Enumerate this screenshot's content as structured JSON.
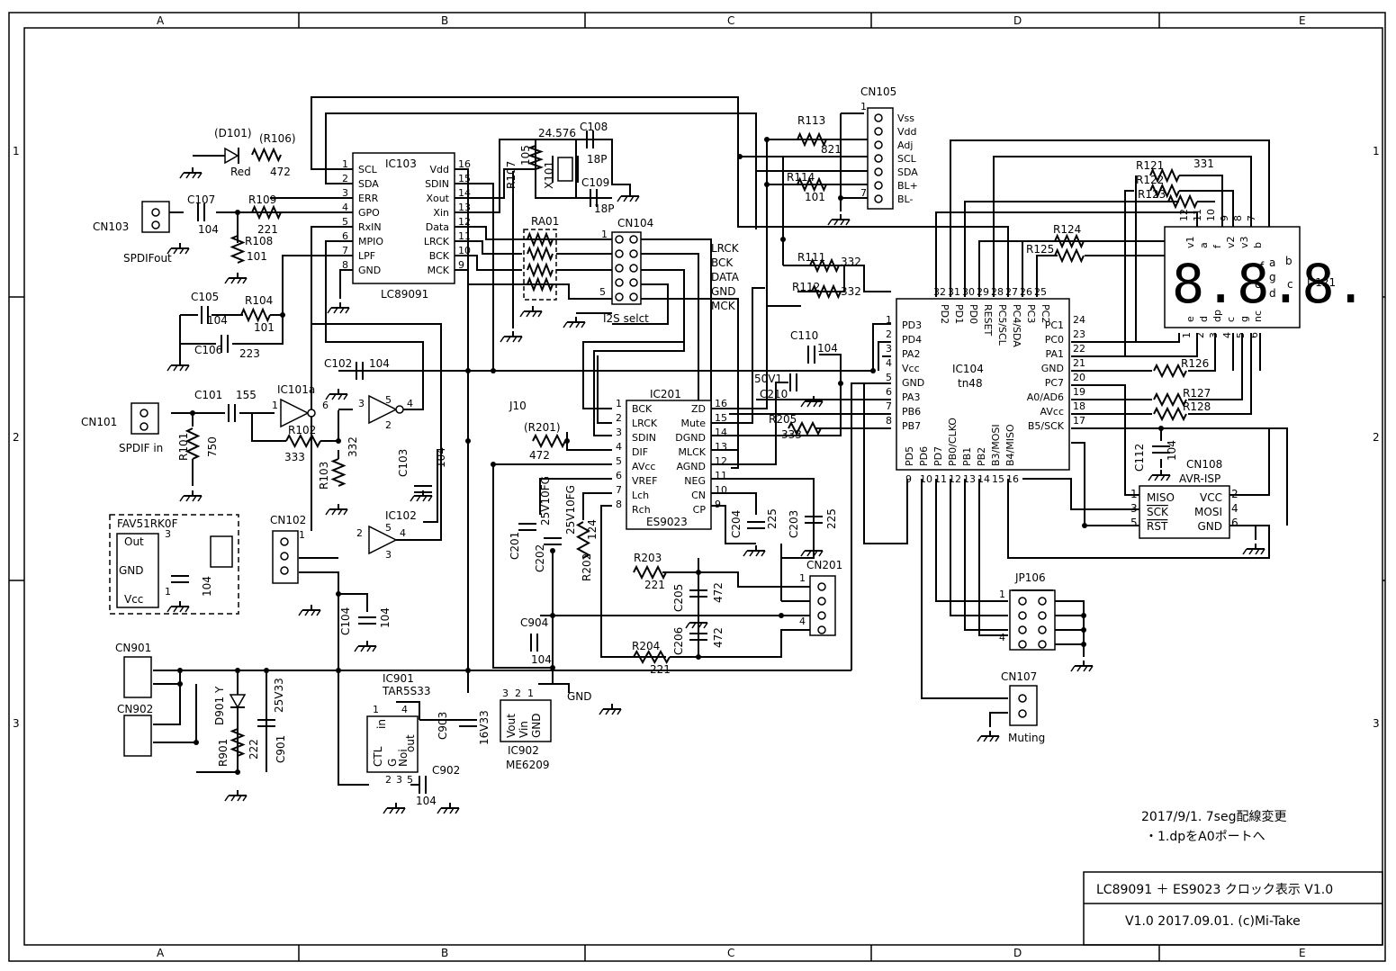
{
  "frame": {
    "cols": [
      "A",
      "B",
      "C",
      "D",
      "E"
    ],
    "rows": [
      "1",
      "2",
      "3"
    ]
  },
  "ic103": {
    "ref": "IC103",
    "part": "LC89091",
    "left": [
      "SCL",
      "SDA",
      "ERR",
      "GPO",
      "RxIN",
      "MPIO",
      "LPF",
      "GND"
    ],
    "right": [
      "Vdd",
      "SDIN",
      "Xout",
      "Xin",
      "Data",
      "LRCK",
      "BCK",
      "MCK"
    ],
    "lnums": [
      "1",
      "2",
      "3",
      "4",
      "5",
      "6",
      "7",
      "8"
    ],
    "rnums": [
      "16",
      "15",
      "14",
      "13",
      "12",
      "11",
      "10",
      "9"
    ]
  },
  "ic201": {
    "ref": "IC201",
    "part": "ES9023",
    "left": [
      "BCK",
      "LRCK",
      "SDIN",
      "DIF",
      "AVcc",
      "VREF",
      "Lch",
      "Rch"
    ],
    "right": [
      "ZD",
      "Mute",
      "DGND",
      "MLCK",
      "AGND",
      "NEG",
      "CN",
      "CP"
    ],
    "lnums": [
      "1",
      "2",
      "3",
      "4",
      "5",
      "6",
      "7",
      "8"
    ],
    "rnums": [
      "16",
      "15",
      "14",
      "13",
      "12",
      "11",
      "10",
      "9"
    ]
  },
  "ic104": {
    "ref": "IC104",
    "part": "tn48",
    "left": [
      "PD3",
      "PD4",
      "PA2",
      "Vcc",
      "GND",
      "PA3",
      "PB6",
      "PB7"
    ],
    "lnums": [
      "1",
      "2",
      "3",
      "4",
      "5",
      "6",
      "7",
      "8"
    ],
    "right": [
      "PC1",
      "PC0",
      "PA1",
      "GND",
      "PC7",
      "A0/AD6",
      "AVcc",
      "B5/SCK"
    ],
    "rnums": [
      "24",
      "23",
      "22",
      "21",
      "20",
      "19",
      "18",
      "17"
    ],
    "top": [
      "PD2",
      "PD1",
      "PD0",
      "RESET",
      "PC5/SCL",
      "PC4/SDA",
      "PC3",
      "PC2"
    ],
    "tnums": [
      "32",
      "31",
      "30",
      "29",
      "28",
      "27",
      "26",
      "25"
    ],
    "bottom": [
      "PD5",
      "PD6",
      "PD7",
      "PB0/CLKO",
      "PB1",
      "PB2",
      "B3/MOSI",
      "B4/MISO"
    ],
    "bnums": [
      "9",
      "10",
      "11",
      "12",
      "13",
      "14",
      "15",
      "16"
    ]
  },
  "cn105": {
    "ref": "CN105",
    "pins": [
      "Vss",
      "Vdd",
      "Adj",
      "SCL",
      "SDA",
      "BL+",
      "BL-"
    ],
    "first": "1",
    "last": "7"
  },
  "cn104": {
    "ref": "CN104",
    "label": "I2S selct",
    "signals": [
      "LRCK",
      "BCK",
      "DATA",
      "GND",
      "MCK"
    ],
    "p1": "1",
    "p5": "5"
  },
  "cn108": {
    "ref": "CN108",
    "part": "AVR-ISP",
    "left": [
      "MISO",
      "SCK",
      "RST"
    ],
    "right": [
      "VCC",
      "MOSI",
      "GND"
    ],
    "lnums": [
      "1",
      "3",
      "5"
    ],
    "rnums": [
      "2",
      "4",
      "6"
    ]
  },
  "d121": {
    "ref": "D121",
    "top": [
      "v1",
      "a",
      "f",
      "v2",
      "v3",
      "b"
    ],
    "tnums": [
      "12",
      "11",
      "10",
      "9",
      "8",
      "7"
    ],
    "bottom": [
      "e",
      "d",
      "dp",
      "c",
      "g",
      "nc"
    ],
    "bnums": [
      "1",
      "2",
      "3",
      "4",
      "5",
      "6"
    ],
    "digits": "8.8.8.",
    "seg": [
      "a",
      "b",
      "c",
      "d",
      "e",
      "f",
      "g"
    ]
  },
  "ic101a": {
    "ref": "IC101a",
    "in": "1",
    "out": "6",
    "b_in": "3",
    "b_out": "4",
    "p2": "2",
    "p5": "5"
  },
  "ic102": {
    "ref": "IC102",
    "in": "2",
    "out": "4",
    "vcc": "5",
    "gnd": "3",
    "pin1": "1"
  },
  "ic901": {
    "ref": "IC901",
    "part": "TAR5S33",
    "pins": [
      "CTL",
      "in",
      "G",
      "Noi",
      "out"
    ],
    "nums": [
      "1",
      "2",
      "3",
      "4",
      "5"
    ]
  },
  "ic902": {
    "ref": "IC902",
    "part": "ME6209",
    "pins": [
      "Vout",
      "Vin",
      "GND"
    ],
    "nums": [
      "3",
      "2",
      "1"
    ]
  },
  "fav": {
    "ref": "FAV51RK0F",
    "out": "Out",
    "gnd": "GND",
    "vcc": "Vcc",
    "n3": "3",
    "n1": "1",
    "cap": "104"
  },
  "connectors": {
    "cn103": "CN103",
    "cn103_lbl": "SPDIFout",
    "cn101": "CN101",
    "cn101_lbl": "SPDIF in",
    "cn102": "CN102",
    "cn201": "CN201",
    "cn201_p1": "1",
    "cn201_p4": "4",
    "cn901": "CN901",
    "cn902": "CN902",
    "cn107": "CN107",
    "cn107_lbl": "Muting",
    "jp106": "JP106",
    "jp_p1": "1",
    "jp_p4": "4",
    "ra01": "RA01",
    "gnd_lbl": "GND",
    "x101": "X101",
    "xtal": "24.576"
  },
  "parts": {
    "d101": "(D101)",
    "red": "Red",
    "r106": "(R106)",
    "r106v": "472",
    "c107": "C107",
    "c107v": "104",
    "r109": "R109",
    "r109v": "221",
    "r108": "R108",
    "r108v": "101",
    "c105": "C105",
    "c105v": "104",
    "r104": "R104",
    "r104v": "101",
    "c106": "C106",
    "c106v": "223",
    "c101": "C101",
    "c101v": "155",
    "r101": "R101",
    "r101v": "750",
    "r102": "R102",
    "r102v": "333",
    "r103": "R103",
    "r103v": "332",
    "c102": "C102",
    "c102v": "104",
    "c103": "C103",
    "c103v": "104",
    "c104": "C104",
    "c104v": "104",
    "r107": "R107",
    "r107v": "105",
    "c108": "C108",
    "c108v": "18P",
    "c109": "C109",
    "c109v": "18P",
    "r113": "R113",
    "r113v": "821",
    "r114": "R114",
    "r114v": "101",
    "r111": "R111",
    "r111v": "332",
    "r112": "R112",
    "r112v": "332",
    "c110": "C110",
    "c110v": "104",
    "c210": "C210",
    "c210v": "50V1",
    "r205": "R205",
    "r205v": "333",
    "j10": "J10",
    "r201": "(R201)",
    "r201v": "472",
    "c201": "C201",
    "c201v": "25V10FG",
    "c202": "C202",
    "c202v": "25V10FG",
    "r202": "R202",
    "r202v": "124",
    "c204": "C204",
    "c204v": "225",
    "c203": "C203",
    "c203v": "225",
    "r203": "R203",
    "r203v": "221",
    "c205": "C205",
    "c205v": "472",
    "c206": "C206",
    "c206v": "472",
    "r204": "R204",
    "r204v": "221",
    "c904": "C904",
    "c904v": "104",
    "c903": "C903",
    "c903v": "16V33",
    "c902": "C902",
    "c902v": "104",
    "d901": "D901 Y",
    "r901": "R901",
    "r901v": "222",
    "c901": "C901",
    "c901v": "25V33",
    "r121": "R121",
    "r121v": "331",
    "r122": "R122",
    "r123": "R123",
    "r124": "R124",
    "r125": "R125",
    "r126": "R126",
    "r127": "R127",
    "r128": "R128",
    "c112": "C112",
    "c112v": "104"
  },
  "notes": {
    "line1": "2017/9/1.  7seg配線変更",
    "line2": "・1.dpをA0ポートへ"
  },
  "title_block": {
    "title": "LC89091 ＋  ES9023  クロック表示 V1.0",
    "revision": "V1.0  2017.09.01.  (c)Mi-Take"
  }
}
